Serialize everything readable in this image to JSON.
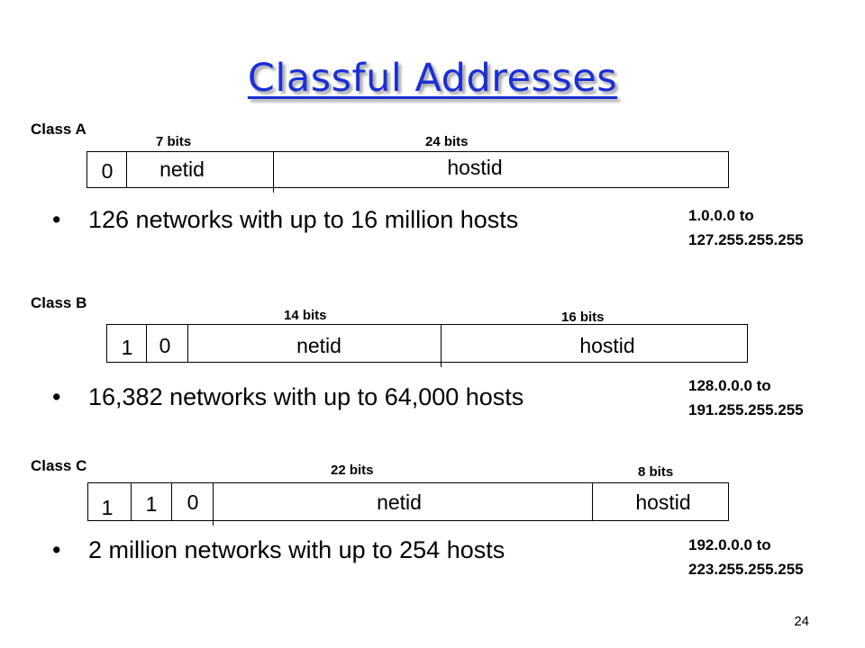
{
  "title": "Classful Addresses",
  "page_number": "24",
  "classes": [
    {
      "label": "Class A",
      "bits": [
        "7 bits",
        "24 bits"
      ],
      "fields": [
        "0",
        "netid",
        "hostid"
      ],
      "bullet": "126 networks with up to 16 million hosts",
      "range": [
        "1.0.0.0 to",
        "127.255.255.255"
      ]
    },
    {
      "label": "Class B",
      "bits": [
        "14 bits",
        "16 bits"
      ],
      "fields": [
        "1",
        "0",
        "netid",
        "hostid"
      ],
      "bullet": "16,382 networks with up to 64,000 hosts",
      "range": [
        "128.0.0.0 to",
        "191.255.255.255"
      ]
    },
    {
      "label": "Class C",
      "bits": [
        "22 bits",
        "8 bits"
      ],
      "fields": [
        "1",
        "1",
        "0",
        "netid",
        "hostid"
      ],
      "bullet": "2 million networks with up to 254 hosts",
      "range": [
        "192.0.0.0 to",
        "223.255.255.255"
      ]
    }
  ],
  "colors": {
    "title": "#1a2fd6"
  }
}
